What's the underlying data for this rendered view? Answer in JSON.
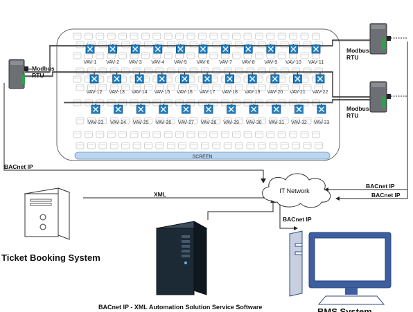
{
  "rows": [
    [
      "VAV-1",
      "VAV-2",
      "VAV-3",
      "VAV-4",
      "VAV-5",
      "VAV-6",
      "VAV-7",
      "VAV-8",
      "VAV-9",
      "VAV-10",
      "VAV-11"
    ],
    [
      "VAV-12",
      "VAV-13",
      "VAV-14",
      "VAV-15",
      "VAV-16",
      "VAV-17",
      "VAV-18",
      "VAV-19",
      "VAV-20",
      "VAV-21",
      "VAV-22"
    ],
    [
      "VAV-23",
      "VAV-24",
      "VAV-25",
      "VAV-26",
      "VAV-27",
      "VAV-28",
      "VAV-29",
      "VAV-30",
      "VAV-31",
      "VAV-32",
      "VAV-33"
    ]
  ],
  "screen_label": "SCREEN",
  "gateway_left": {
    "label_1": "Modbus",
    "label_2": "RTU"
  },
  "gateway_right_top": {
    "label_1": "Modbus",
    "label_2": "RTU"
  },
  "gateway_right_bottom": {
    "label_1": "Modbus",
    "label_2": "RTU"
  },
  "links": {
    "bacnet_left": "BACnet IP",
    "xml": "XML",
    "bacnet_right_1": "BACnet IP",
    "bacnet_right_2": "BACnet IP",
    "bacnet_bms": "BACnet IP"
  },
  "cloud_label": "IT Network",
  "ticket_label": "Ticket Booking System",
  "server_label": "BACnet IP - XML Automation Solution Service Software",
  "bms_label": "BMS System",
  "colors": {
    "vav_box": "#1f7fc4",
    "bus": "#2a2a2a",
    "screen_bar": "#bcd6ee",
    "server": "#1c2a36",
    "monitor": "#3d5f9f"
  }
}
